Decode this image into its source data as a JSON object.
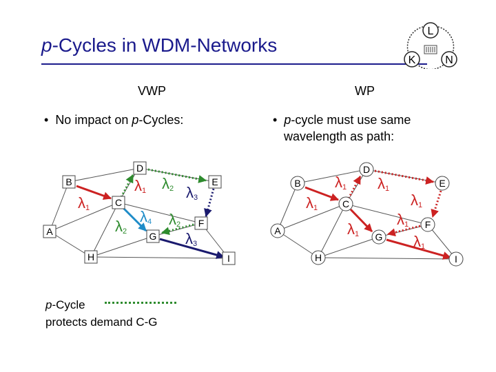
{
  "title": {
    "prefix": "p",
    "rest": "-Cycles in WDM-Networks"
  },
  "logo": {
    "labels": [
      "L",
      "K",
      "N"
    ]
  },
  "left": {
    "heading": "VWP",
    "bullet_text": "No impact on ",
    "bullet_italic": "p",
    "bullet_rest": "-Cycles:"
  },
  "right": {
    "heading": "WP",
    "bullet_italic": "p",
    "bullet_line1": "-cycle must use same",
    "bullet_line2": "wavelength as path:"
  },
  "legend": {
    "italic": "p",
    "line1": "-Cycle",
    "line2": "protects demand C-G"
  },
  "nodes": [
    "A",
    "B",
    "C",
    "D",
    "E",
    "F",
    "G",
    "H",
    "I"
  ],
  "lambda": "λ",
  "left_labels": [
    {
      "sub": "1",
      "color": "#cc2222"
    },
    {
      "sub": "1",
      "color": "#cc2222"
    },
    {
      "sub": "2",
      "color": "#2e8b2e"
    },
    {
      "sub": "3",
      "color": "#1a1a6e"
    },
    {
      "sub": "4",
      "color": "#1e8cc8"
    },
    {
      "sub": "2",
      "color": "#2e8b2e"
    },
    {
      "sub": "2",
      "color": "#2e8b2e"
    },
    {
      "sub": "3",
      "color": "#1a1a6e"
    }
  ],
  "right_labels": [
    {
      "sub": "1",
      "color": "#cc2222"
    },
    {
      "sub": "1",
      "color": "#cc2222"
    },
    {
      "sub": "1",
      "color": "#cc2222"
    },
    {
      "sub": "1",
      "color": "#cc2222"
    },
    {
      "sub": "1",
      "color": "#cc2222"
    },
    {
      "sub": "1",
      "color": "#cc2222"
    },
    {
      "sub": "1",
      "color": "#cc2222"
    }
  ]
}
